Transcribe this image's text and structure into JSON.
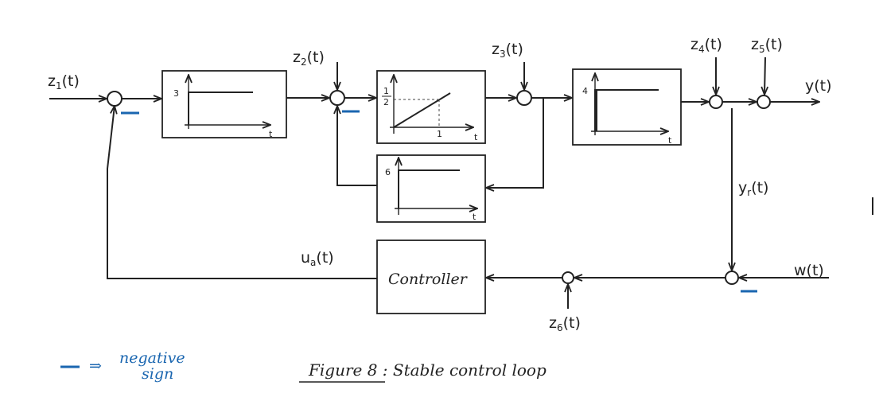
{
  "signals": {
    "z1": "z",
    "z1_sub": "1",
    "z1_arg": "(t)",
    "z2": "z",
    "z2_sub": "2",
    "z2_arg": "(t)",
    "z3": "z",
    "z3_sub": "3",
    "z3_arg": "(t)",
    "z4": "z",
    "z4_sub": "4",
    "z4_arg": "(t)",
    "z5": "z",
    "z5_sub": "5",
    "z5_arg": "(t)",
    "z6": "z",
    "z6_sub": "6",
    "z6_arg": "(t)",
    "y": "y(t)",
    "yr": "y",
    "yr_sub": "r",
    "yr_arg": "(t)",
    "ua": "u",
    "ua_sub": "a",
    "ua_arg": "(t)",
    "w": "w(t)"
  },
  "blocks": {
    "step3": {
      "gain": "3",
      "axis": "t"
    },
    "ramp": {
      "y_label_num": "1",
      "y_label_den": "2",
      "x_label": "1",
      "axis": "t"
    },
    "step4": {
      "gain": "4",
      "axis": "t"
    },
    "step6": {
      "gain": "6",
      "axis": "t"
    },
    "controller": "Controller"
  },
  "legend": {
    "line1": "negative",
    "line2": "sign",
    "color": "#1a66b0"
  },
  "caption": "Figure 8 : Stable control loop"
}
